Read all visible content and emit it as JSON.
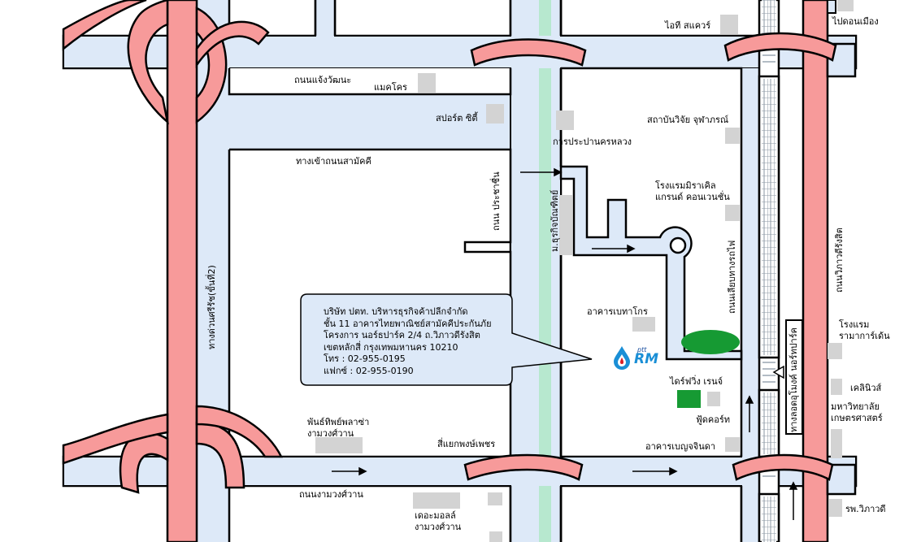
{
  "map": {
    "colors": {
      "road": "#dde9f8",
      "expressway": "#f79a9a",
      "canal": "#b7e8cf",
      "building": "#d3d3d3",
      "park": "#169a33",
      "rail": "#9aa6b2",
      "logo_blue": "#1a8fd6",
      "logo_red": "#d91f26"
    },
    "labels": {
      "pai_don_mueang": "ไปดอนเมือง",
      "it_square": "ไอที สแควร์",
      "chaeng_watthana_rd": "ถนนแจ้งวัฒนะ",
      "makro": "แมคโคร",
      "sport_city": "สปอร์ต ซิตี้",
      "mea": "การประปานครหลวง",
      "chulabhorn": "สถาบันวิจัย จุฬาภรณ์",
      "samakkhi_entrance": "ทางเข้าถนนสามัคคี",
      "prachachuen_rd": "ถนน ประชาชื่น",
      "soi_surakit": "ม.ธุรกิจบัณฑิตย์",
      "miracle_hotel_1": "โรงแรมมิราเคิล",
      "miracle_hotel_2": "แกรนด์ คอนเวนชั่น",
      "rail_road": "ถนนเลียบทางรถไฟ",
      "vibhavadi_rd": "ถนนวิภาวดีรังสิต",
      "tollway": "ทางด่วนศรีรัช(ขั้นที่2)",
      "betagro": "อาคารเบทาโกร",
      "rama_garden_1": "โรงแรม",
      "rama_garden_2": "รามาการ์เด้น",
      "drive_thru": "ไดร์ฟวิ่ง เรนจ์",
      "clinic": "เคลิ​นิวส์",
      "kasetsart_1": "มหาวิทยาลัย",
      "kasetsart_2": "เกษตรศาสตร์",
      "foodcourt": "ฟู้ดคอร์ท",
      "station": "ทางลอดอุโมงค์ นอร์ทปาร์ค",
      "pantip_1": "พันธ์ทิพย์พลาซ่า",
      "pantip_2": "งามวงศ์วาน",
      "si_yaek_phongphet": "สี่แยกพงษ์เพชร",
      "benchachinda": "อาคารเบญจจินดา",
      "ngamwongwan_rd": "ถนนงามวงศ์วาน",
      "the_mall_1": "เดอะมอลล์",
      "the_mall_2": "งามวงศ์วาน",
      "vibhavadi_hospital": "รพ.วิภาวดี"
    },
    "company": {
      "line1": "บริษัท ปตท. บริหารธุรกิจค้าปลีกจำกัด",
      "line2": "ชั้น 11 อาคารไทยพาณิชย์สามัคคีประกันภัย",
      "line3": "โครงการ นอร์ธปาร์ค 2/4 ถ.วิภาวดีรังสิต",
      "line4": "เขตหลักสี่ กรุงเทพมหานคร 10210",
      "phone": "โทร : 02-955-0195",
      "fax": "แฟกซ์ : 02-955-0190"
    },
    "logo": {
      "ptt": "ptt",
      "rm": "RM"
    }
  }
}
